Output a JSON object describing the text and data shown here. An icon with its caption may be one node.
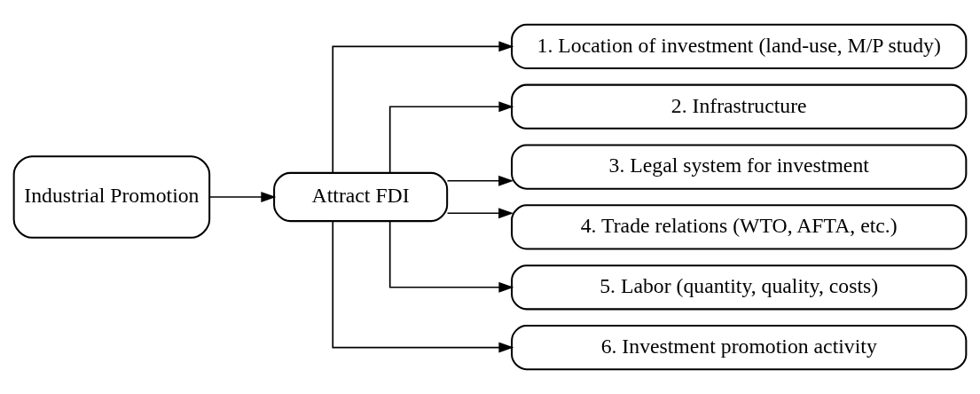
{
  "diagram": {
    "nodes": [
      {
        "text": [
          "Industrial Promotion"
        ]
      },
      {
        "text": [
          "Attract FDI"
        ]
      },
      {
        "text": [
          "1. Location of investment (land-use, M/P study)"
        ]
      },
      {
        "text": [
          "2. Infrastructure"
        ]
      },
      {
        "text": [
          "3. Legal system for investment"
        ]
      },
      {
        "text": [
          "4. Trade relations (WTO, AFTA, etc.)"
        ]
      },
      {
        "text": [
          "5. Labor (quantity, quality, costs)"
        ]
      },
      {
        "text": [
          "6. Investment promotion activity"
        ]
      }
    ],
    "edges": [
      {
        "from": 0,
        "to": 1,
        "arrow": "to"
      },
      {
        "from": 1,
        "to": 2,
        "arrow": "to"
      },
      {
        "from": 1,
        "to": 3,
        "arrow": "to"
      },
      {
        "from": 1,
        "to": 4,
        "arrow": "to"
      },
      {
        "from": 1,
        "to": 5,
        "arrow": "to"
      },
      {
        "from": 1,
        "to": 6,
        "arrow": "to"
      },
      {
        "from": 1,
        "to": 7,
        "arrow": "to"
      }
    ]
  }
}
